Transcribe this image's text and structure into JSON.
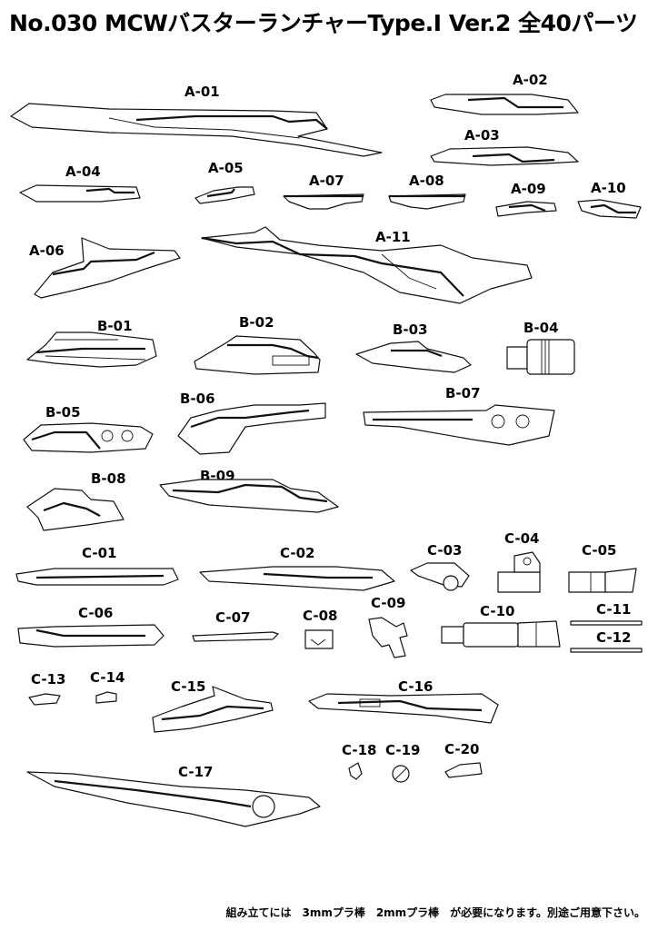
{
  "title": "No.030 MCWバスターランチャーType.I Ver.2 全40パーツ",
  "parts": {
    "A-01": "A-01",
    "A-02": "A-02",
    "A-03": "A-03",
    "A-04": "A-04",
    "A-05": "A-05",
    "A-06": "A-06",
    "A-07": "A-07",
    "A-08": "A-08",
    "A-09": "A-09",
    "A-10": "A-10",
    "A-11": "A-11",
    "B-01": "B-01",
    "B-02": "B-02",
    "B-03": "B-03",
    "B-04": "B-04",
    "B-05": "B-05",
    "B-06": "B-06",
    "B-07": "B-07",
    "B-08": "B-08",
    "B-09": "B-09",
    "C-01": "C-01",
    "C-02": "C-02",
    "C-03": "C-03",
    "C-04": "C-04",
    "C-05": "C-05",
    "C-06": "C-06",
    "C-07": "C-07",
    "C-08": "C-08",
    "C-09": "C-09",
    "C-10": "C-10",
    "C-11": "C-11",
    "C-12": "C-12",
    "C-13": "C-13",
    "C-14": "C-14",
    "C-15": "C-15",
    "C-16": "C-16",
    "C-17": "C-17",
    "C-18": "C-18",
    "C-19": "C-19",
    "C-20": "C-20"
  },
  "footer_note": "組み立てには　3mmプラ棒　2mmプラ棒　が必要になります。別途ご用意下さい。"
}
